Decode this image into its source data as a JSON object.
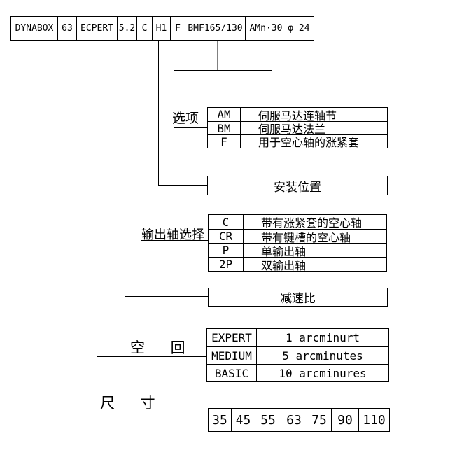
{
  "code_bar": {
    "parts": [
      "DYNABOX",
      "63",
      "ECPERT",
      "5.2",
      "C",
      "H1",
      "F",
      "BMF165/130",
      "AMn·30 φ 24"
    ]
  },
  "options": {
    "label": "选项",
    "rows": [
      {
        "code": "AM",
        "desc": "伺服马达连轴节"
      },
      {
        "code": "BM",
        "desc": "伺服马达法兰"
      },
      {
        "code": "F",
        "desc": "用于空心轴的涨紧套"
      }
    ]
  },
  "mounting": {
    "label": "安装位置"
  },
  "output_shaft": {
    "label": "输出轴选择",
    "rows": [
      {
        "code": "C",
        "desc": "带有涨紧套的空心轴"
      },
      {
        "code": "CR",
        "desc": "带有键槽的空心轴"
      },
      {
        "code": "P",
        "desc": "单输出轴"
      },
      {
        "code": "2P",
        "desc": "双输出轴"
      }
    ]
  },
  "ratio": {
    "label": "减速比"
  },
  "backlash": {
    "label": "空 回",
    "rows": [
      {
        "code": "EXPERT",
        "desc": "1 arcminurt"
      },
      {
        "code": "MEDIUM",
        "desc": "5 arcminutes"
      },
      {
        "code": "BASIC",
        "desc": "10 arcminures"
      }
    ]
  },
  "size": {
    "label": "尺 寸",
    "values": [
      "35",
      "45",
      "55",
      "63",
      "75",
      "90",
      "110"
    ]
  },
  "colors": {
    "background": "#ffffff",
    "line": "#000000",
    "gray_line": "#808080"
  }
}
